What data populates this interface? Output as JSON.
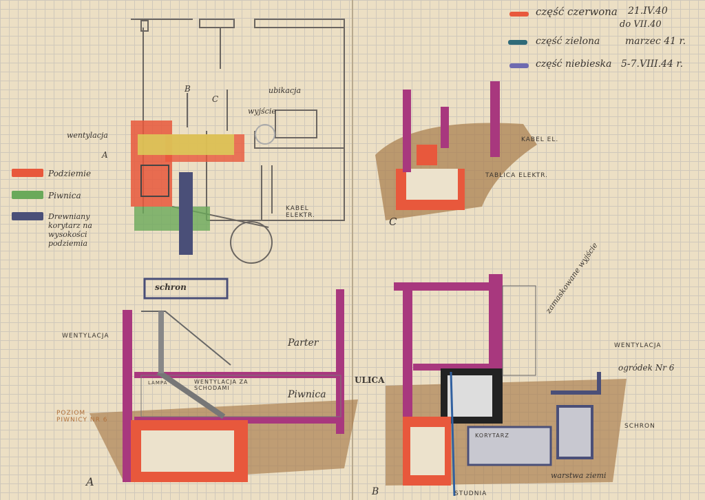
{
  "colors": {
    "red": "#e8583c",
    "green": "#6aa95a",
    "navy": "#4a4f78",
    "teal": "#2f6a78",
    "blue": "#6e6ab0",
    "magenta": "#a8387e",
    "earth": "#a77a4a",
    "yellow": "#d9d45a"
  },
  "top_legend": [
    {
      "label": "część czerwona",
      "date": "21.IV.40",
      "date2": "do VII.40",
      "color": "red"
    },
    {
      "label": "część zielona",
      "date": "marzec 41 r.",
      "color": "teal"
    },
    {
      "label": "część niebieska",
      "date": "5-7.VIII.44 r.",
      "color": "blue"
    }
  ],
  "left_legend": [
    {
      "label": "Podziemie",
      "color": "red"
    },
    {
      "label": "Piwnica",
      "color": "green"
    },
    {
      "label": "Drewniany korytarz na wysokości podziemia",
      "color": "navy"
    }
  ],
  "plan": {
    "wentylacja": "wentylacja",
    "a": "A",
    "b": "B",
    "c": "C",
    "wyjscie": "wyjście",
    "ubikacja": "ubikacja",
    "kabel": "KABEL ELEKTR.",
    "schron": "schron"
  },
  "section_c": {
    "kabel": "KABEL EL.",
    "tablica": "TABLICA ELEKTR.",
    "letter": "C"
  },
  "section_a": {
    "wentylacja": "WENTYLACJA",
    "parter": "Parter",
    "piwnica": "Piwnica",
    "wentylacja_schody": "WENTYLACJA ZA SCHODAMI",
    "lampa": "LAMPA",
    "poziom": "POZIOM PIWNICY NR 6",
    "ulica": "ULICA",
    "letter": "A"
  },
  "section_b": {
    "zamaskowane": "zamaskowane wyjście",
    "wentylacja": "WENTYLACJA",
    "ogrodek": "ogródek Nr 6",
    "schron": "SCHRON",
    "korytarz": "KORYTARZ",
    "warstwa": "warstwa ziemi",
    "studnia": "STUDNIA",
    "letter": "B"
  }
}
